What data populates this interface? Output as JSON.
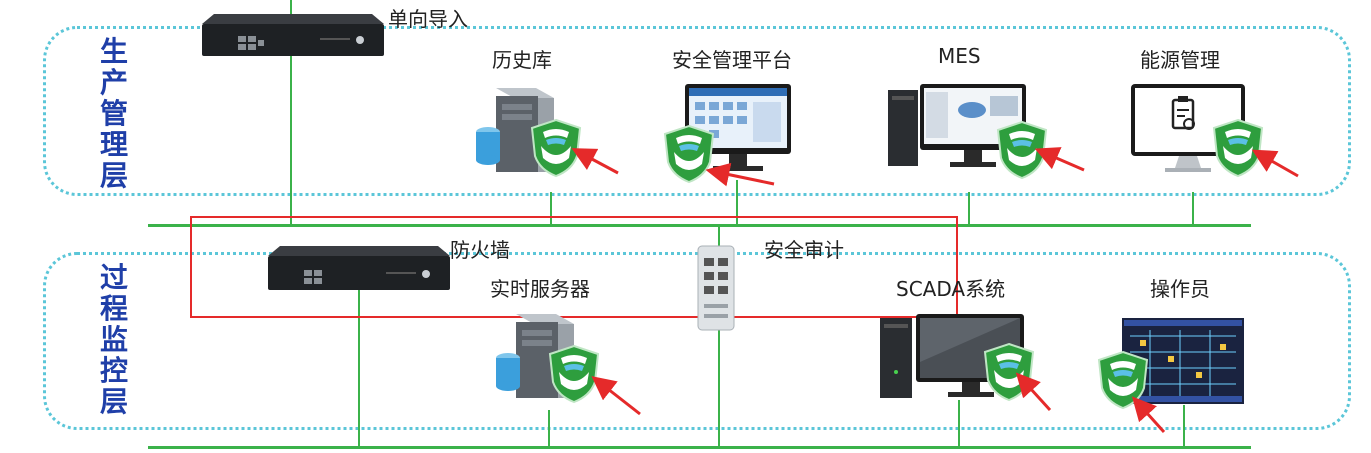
{
  "zones": {
    "production": {
      "title": "生产管理层"
    },
    "process": {
      "title": "过程监控层"
    }
  },
  "labels": {
    "one_way_import": "单向导入",
    "history_db": "历史库",
    "security_platform": "安全管理平台",
    "mes": "MES",
    "energy": "能源管理",
    "firewall": "防火墙",
    "security_audit": "安全审计",
    "realtime_server": "实时服务器",
    "scada": "SCADA系统",
    "operator": "操作员"
  },
  "colors": {
    "zone_border": "#5bc6d8",
    "network_line": "#3bb24a",
    "highlight_box": "#e52a2a",
    "zone_title": "#1f3fa8",
    "shield": "#2e9e3e"
  }
}
